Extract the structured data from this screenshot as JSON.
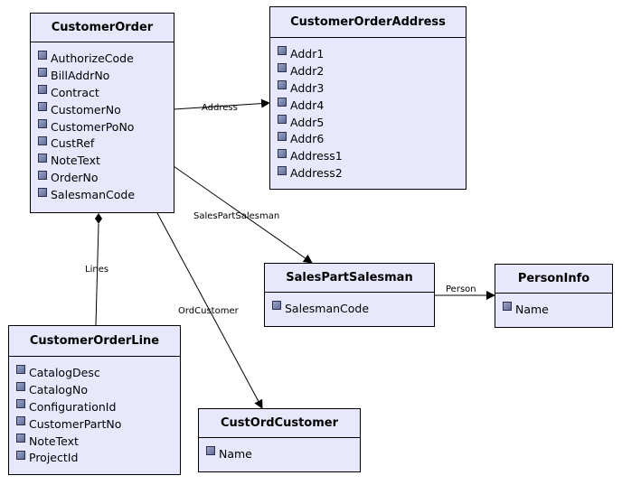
{
  "classes": {
    "customer_order": {
      "title": "CustomerOrder",
      "attributes": [
        "AuthorizeCode",
        "BillAddrNo",
        "Contract",
        "CustomerNo",
        "CustomerPoNo",
        "CustRef",
        "NoteText",
        "OrderNo",
        "SalesmanCode"
      ]
    },
    "customer_order_address": {
      "title": "CustomerOrderAddress",
      "attributes": [
        "Addr1",
        "Addr2",
        "Addr3",
        "Addr4",
        "Addr5",
        "Addr6",
        "Address1",
        "Address2"
      ]
    },
    "sales_part_salesman": {
      "title": "SalesPartSalesman",
      "attributes": [
        "SalesmanCode"
      ]
    },
    "person_info": {
      "title": "PersonInfo",
      "attributes": [
        "Name"
      ]
    },
    "customer_order_line": {
      "title": "CustomerOrderLine",
      "attributes": [
        "CatalogDesc",
        "CatalogNo",
        "ConfigurationId",
        "CustomerPartNo",
        "NoteText",
        "ProjectId"
      ]
    },
    "cust_ord_customer": {
      "title": "CustOrdCustomer",
      "attributes": [
        "Name"
      ]
    }
  },
  "associations": {
    "address": "Address",
    "sales_part_salesman": "SalesPartSalesman",
    "person": "Person",
    "lines": "Lines",
    "ord_customer": "OrdCustomer"
  }
}
